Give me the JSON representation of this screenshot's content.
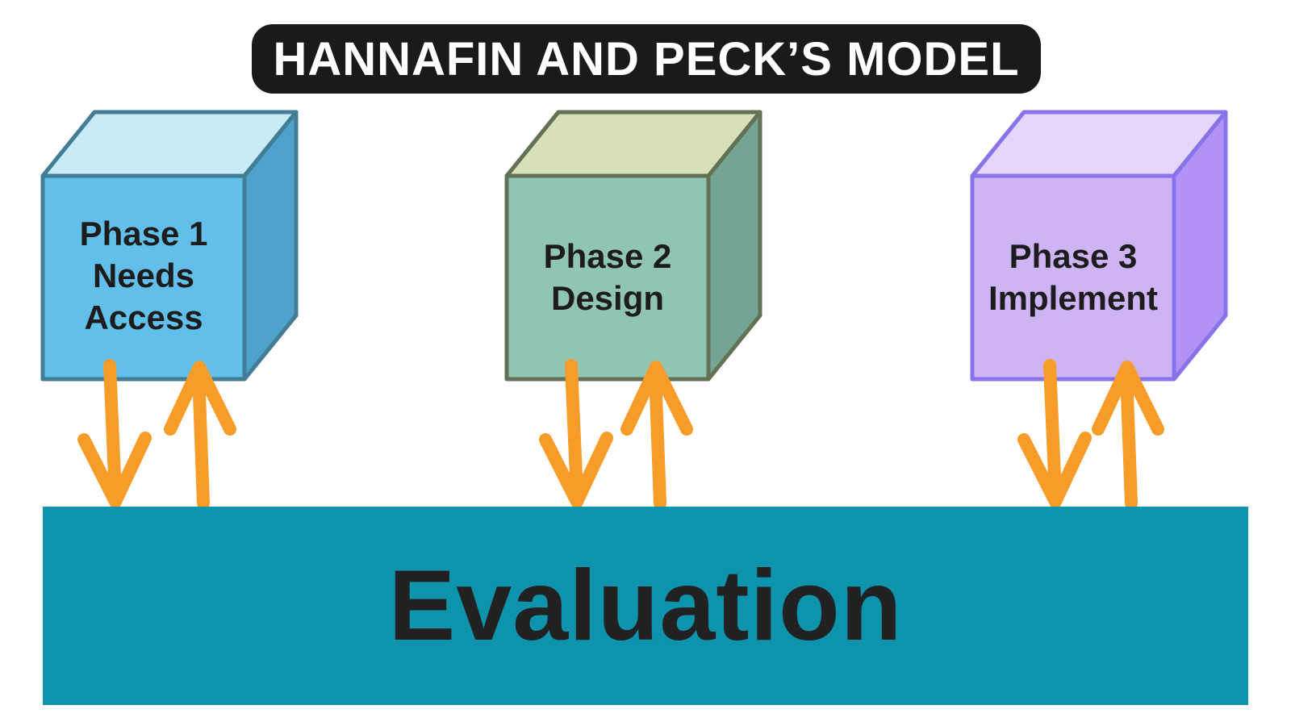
{
  "title": {
    "label": "HANNAFIN AND PECK’S MODEL",
    "bg_color": "#1a1a1a",
    "text_color": "#ffffff"
  },
  "phases": [
    {
      "name": "Phase 1",
      "lines": [
        "Phase 1",
        "Needs",
        "Access"
      ],
      "front_color": "#62bfe9",
      "top_color": "#c9ebf7",
      "side_color": "#4ea3cd",
      "stroke_color": "#427c95"
    },
    {
      "name": "Phase 2",
      "lines": [
        "Phase 2",
        "Design"
      ],
      "front_color": "#90c5b1",
      "top_color": "#d8e0b9",
      "side_color": "#74a493",
      "stroke_color": "#637254"
    },
    {
      "name": "Phase 3",
      "lines": [
        "Phase 3",
        "Implement"
      ],
      "front_color": "#ceb4f5",
      "top_color": "#e4d7fa",
      "side_color": "#b392f5",
      "stroke_color": "#8973eb"
    }
  ],
  "arrows": {
    "color": "#f79c28"
  },
  "evaluation": {
    "label": "Evaluation",
    "bg_color": "#0e93ac",
    "text_color": "#212121"
  }
}
